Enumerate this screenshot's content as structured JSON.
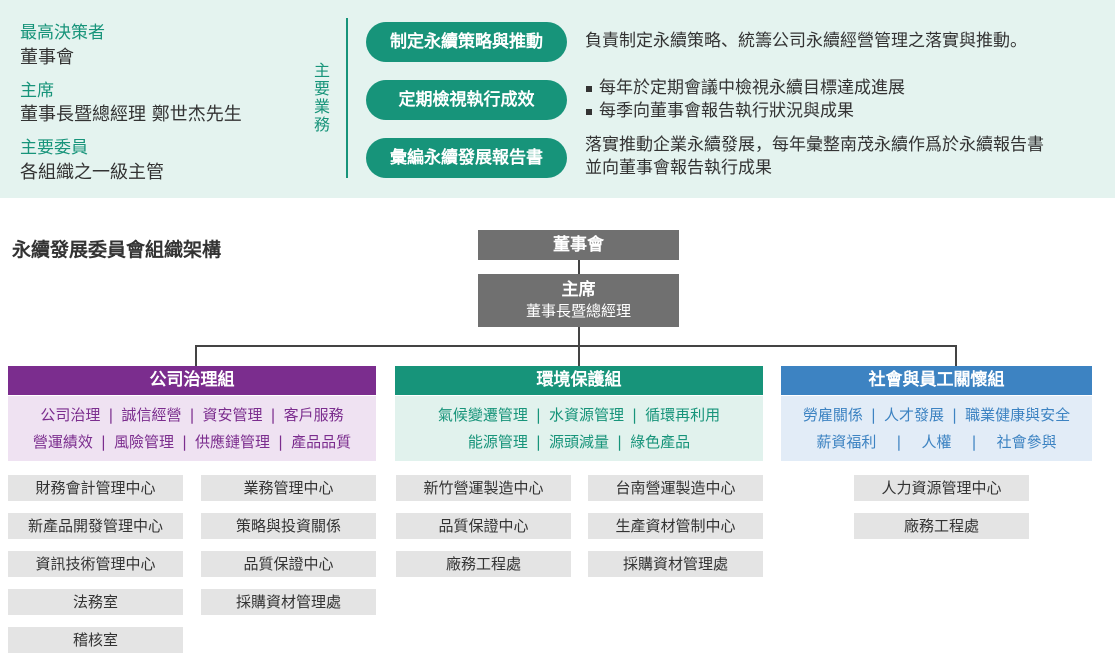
{
  "leadership": [
    {
      "label": "最高決策者",
      "value": "董事會"
    },
    {
      "label": "主席",
      "value": "董事長暨總經理 鄭世杰先生"
    },
    {
      "label": "主要委員",
      "value": "各組織之一級主管"
    }
  ],
  "duties": {
    "heading": "主要業務",
    "items": [
      {
        "title": "制定永續策略與推動",
        "lines": [
          "負責制定永續策略、統籌公司永續經營管理之落實與推動。"
        ],
        "bulleted": false
      },
      {
        "title": "定期檢視執行成效",
        "lines": [
          "每年於定期會議中檢視永續目標達成進展",
          "每季向董事會報告執行狀況與成果"
        ],
        "bulleted": true
      },
      {
        "title": "彙編永續發展報告書",
        "lines": [
          "落實推動企業永續發展，每年彙整南茂永續作爲於永續報告書",
          "並向董事會報告執行成果"
        ],
        "bulleted": false
      }
    ]
  },
  "org": {
    "title": "永續發展委員會組織架構",
    "board": "董事會",
    "chair_title": "主席",
    "chair_name": "董事長暨總經理",
    "groups": [
      {
        "name": "公司治理組",
        "head_color": "#7b2d8e",
        "body_color": "#efe2f2",
        "text_color": "#7b2d8e",
        "task_rows": [
          [
            "公司治理",
            "誠信經營",
            "資安管理",
            "客戶服務"
          ],
          [
            "營運績效",
            "風險管理",
            "供應鏈管理",
            "產品品質"
          ]
        ],
        "units": [
          "財務會計管理中心",
          "業務管理中心",
          "新產品開發管理中心",
          "策略與投資關係",
          "資訊技術管理中心",
          "品質保證中心",
          "法務室",
          "採購資材管理處",
          "稽核室"
        ]
      },
      {
        "name": "環境保護組",
        "head_color": "#17947a",
        "body_color": "#e1f2ed",
        "text_color": "#17947a",
        "task_rows": [
          [
            "氣候變遷管理",
            "水資源管理",
            "循環再利用"
          ],
          [
            "能源管理",
            "源頭減量",
            "綠色產品"
          ]
        ],
        "units": [
          "新竹營運製造中心",
          "台南營運製造中心",
          "品質保證中心",
          "生產資材管制中心",
          "廠務工程處",
          "採購資材管理處"
        ]
      },
      {
        "name": "社會與員工關懷組",
        "head_color": "#3d83c2",
        "body_color": "#e2ecf7",
        "text_color": "#3d83c2",
        "task_rows": [
          [
            "勞雇關係",
            "人才發展",
            "職業健康與安全"
          ],
          [
            "薪資福利",
            "人權",
            "社會參與"
          ]
        ],
        "units": [
          "人力資源管理中心",
          "廠務工程處"
        ]
      }
    ]
  }
}
